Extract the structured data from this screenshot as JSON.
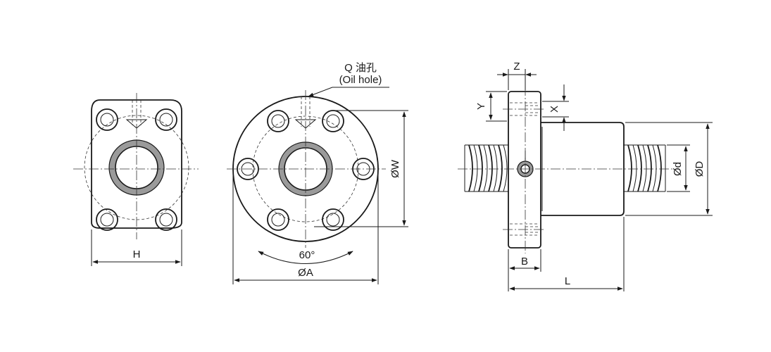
{
  "labels": {
    "oil_hole_cn": "Q 油孔",
    "oil_hole_en": "(Oil hole)",
    "H": "H",
    "angle": "60°",
    "diam_A": "ØA",
    "diam_W": "ØW",
    "Z": "Z",
    "Y": "Y",
    "X": "X",
    "B": "B",
    "L": "L",
    "diam_d": "Ød",
    "diam_D": "ØD"
  },
  "colors": {
    "line": "#1a1a1a",
    "bore_ring": "#9a9a9a",
    "background": "#ffffff"
  }
}
